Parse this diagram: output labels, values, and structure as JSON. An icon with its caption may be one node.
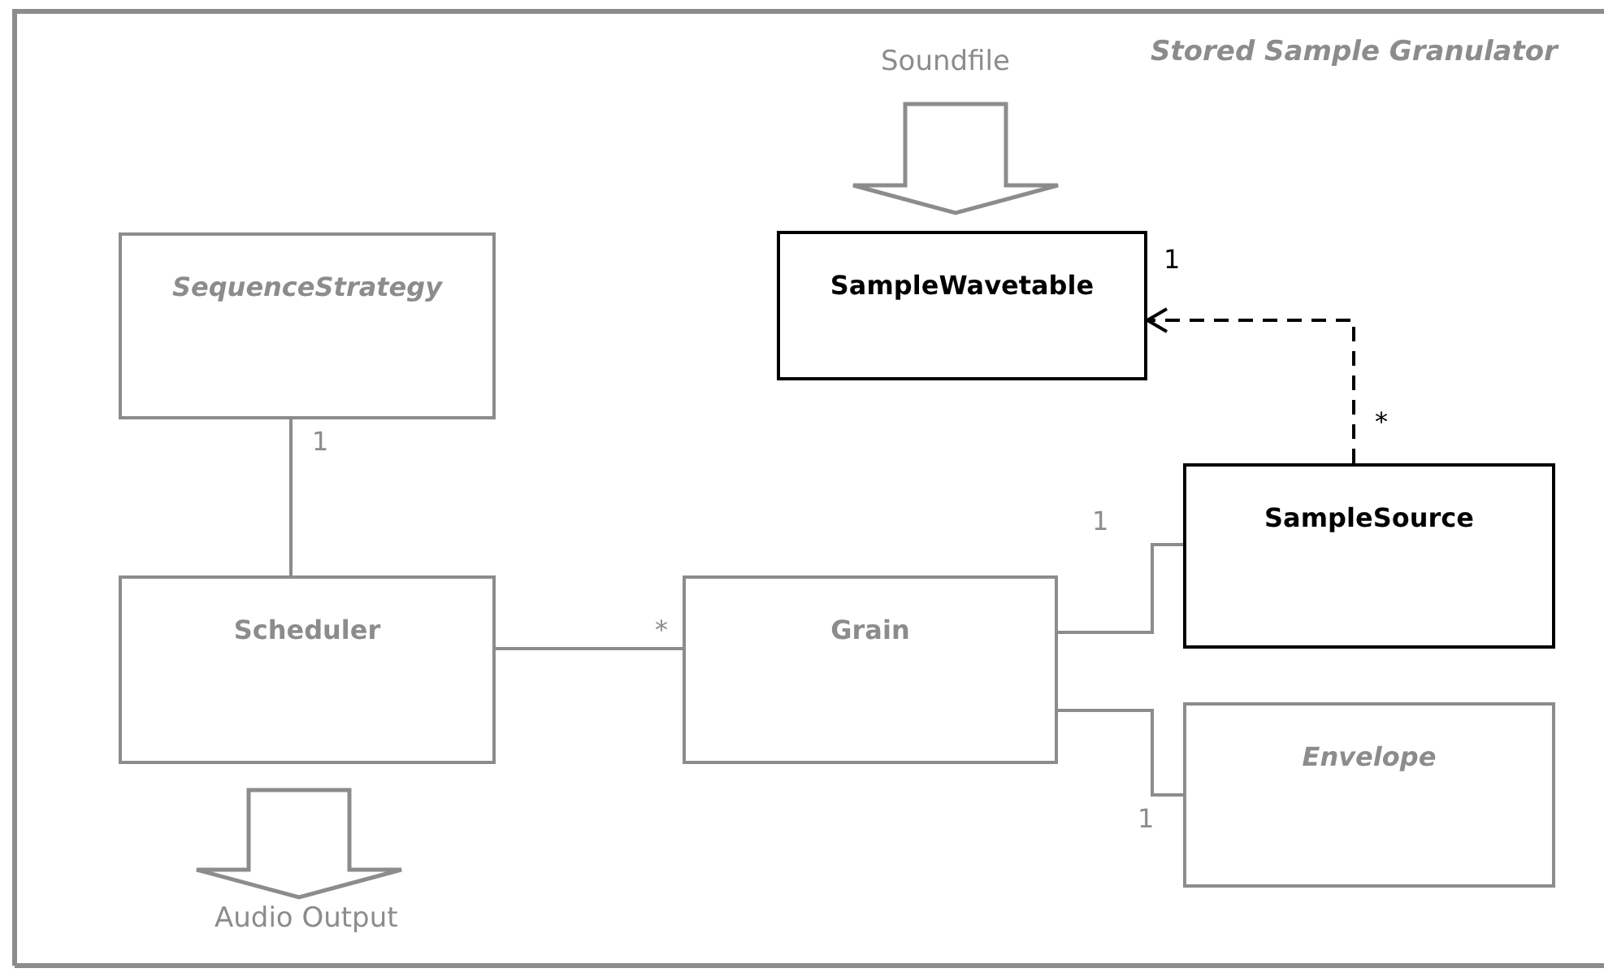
{
  "diagram": {
    "title": "Stored Sample Granulator",
    "nodes": [
      {
        "text": [
          "SequenceStrategy"
        ]
      },
      {
        "text": [
          "Scheduler"
        ]
      },
      {
        "text": [
          "Grain"
        ]
      },
      {
        "text": [
          "SampleWavetable"
        ]
      },
      {
        "text": [
          "SampleSource"
        ]
      },
      {
        "text": [
          "Envelope"
        ]
      },
      {
        "text": [
          "Soundfile"
        ]
      },
      {
        "text": [
          "Audio Output"
        ]
      }
    ],
    "edges": [
      {
        "from": 0,
        "to": 1,
        "arrow": "none"
      },
      {
        "from": 1,
        "to": 2,
        "arrow": "none"
      },
      {
        "from": 2,
        "to": 4,
        "arrow": "none"
      },
      {
        "from": 2,
        "to": 5,
        "arrow": "none"
      },
      {
        "from": 4,
        "to": 3,
        "arrow": "to",
        "style": "dashed",
        "color": "#000000"
      },
      {
        "from": 6,
        "to": 3,
        "arrow": "to",
        "style": "thick"
      },
      {
        "from": 1,
        "to": 7,
        "arrow": "to",
        "style": "thick"
      }
    ],
    "labels": [
      "1",
      "*",
      "1",
      "1",
      "*",
      "1"
    ]
  }
}
